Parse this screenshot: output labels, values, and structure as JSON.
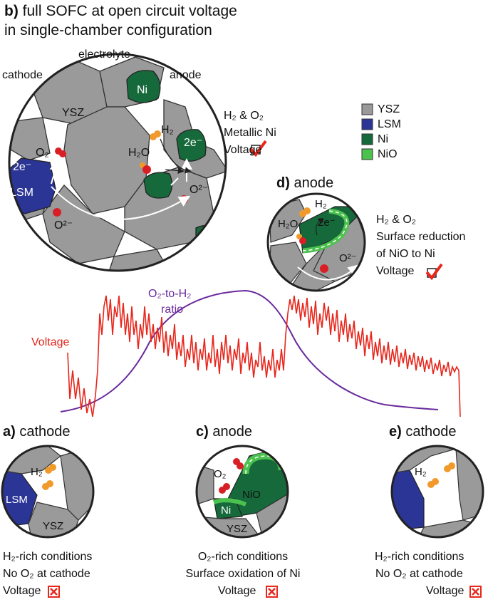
{
  "title": {
    "letter": "b)",
    "line1": "full SOFC at open circuit voltage",
    "line2": "in single-chamber configuration"
  },
  "panel_b": {
    "region_cathode": "cathode",
    "region_electrolyte": "electrolyte",
    "region_anode": "anode",
    "ysz": "YSZ",
    "ni": "Ni",
    "lsm": "LSM",
    "e_anode": "2e⁻",
    "e_cathode": "2e⁻",
    "h2": "H₂",
    "h2o": "H₂O",
    "o2": "O₂",
    "o2m_a": "O²⁻",
    "o2m_b": "O²⁻",
    "cond1": "H₂ & O₂",
    "cond2": "Metallic Ni",
    "cond3": "Voltage"
  },
  "legend": [
    {
      "label": "YSZ",
      "color": "#9a9a9a"
    },
    {
      "label": "LSM",
      "color": "#2b3595"
    },
    {
      "label": "Ni",
      "color": "#16693a"
    },
    {
      "label": "NiO",
      "color": "#4bc24e"
    }
  ],
  "panel_d": {
    "letter": "d)",
    "name": "anode",
    "h2": "H₂",
    "h2o": "H₂O",
    "e": "2e⁻",
    "o2m": "O²⁻",
    "cond1": "H₂ & O₂",
    "cond2": "Surface reduction",
    "cond3": "of NiO to Ni",
    "cond4": "Voltage"
  },
  "chart": {
    "voltage_label": "Voltage",
    "ratio_label_1": "O₂-to-H₂",
    "ratio_label_2": "ratio",
    "voltage_color": "#e8261c",
    "ratio_color": "#6a2a9c"
  },
  "panel_a": {
    "letter": "a)",
    "name": "cathode",
    "h2": "H₂",
    "lsm": "LSM",
    "ysz": "YSZ",
    "line1": "H₂-rich conditions",
    "line2": "No O₂ at cathode",
    "line3": "Voltage"
  },
  "panel_c": {
    "letter": "c)",
    "name": "anode",
    "o2": "O₂",
    "nio": "NiO",
    "ni": "Ni",
    "ysz": "YSZ",
    "line1": "O₂-rich conditions",
    "line2": "Surface oxidation of Ni",
    "line3": "Voltage"
  },
  "panel_e": {
    "letter": "e)",
    "name": "cathode",
    "h2": "H₂",
    "line1": "H₂-rich conditions",
    "line2": "No O₂ at cathode",
    "line3": "Voltage"
  }
}
